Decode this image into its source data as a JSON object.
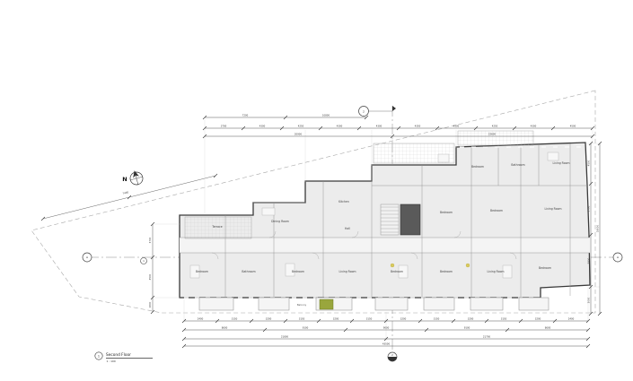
{
  "colors": {
    "highlight_green": "#99a63d",
    "accent_yellow": "#d9ca5e"
  },
  "north": {
    "label": "N"
  },
  "titleblock": {
    "number": "1",
    "name": "Second Floor",
    "scale": "1 : 100"
  },
  "markers": {
    "axis_left": "A",
    "axis_right": "A",
    "axis_small": "1",
    "top_datum": "2",
    "section_bottom": "2"
  },
  "rooms": [
    "Bedroom",
    "Bathroom",
    "Bedroom",
    "Living Room",
    "Bedroom",
    "Bedroom",
    "Living Room",
    "Bedroom",
    "Terrace",
    "Dining Room",
    "Kitchen",
    "Hall",
    "Bedroom",
    "Bedroom",
    "Living Room",
    "Bedroom",
    "Bathroom",
    "Living Room",
    "Balcony"
  ],
  "dims": {
    "top_short": [
      "7200",
      "10800"
    ],
    "top_detail": [
      "3700",
      "4300",
      "4250",
      "4300",
      "4300",
      "4350",
      "4300",
      "4250",
      "4300",
      "4500"
    ],
    "top_mid": [
      "20900",
      "22600"
    ],
    "bottom_detail": [
      "2400",
      "3150",
      "3200",
      "3150",
      "3200",
      "3150",
      "3200",
      "3150",
      "3200",
      "3150",
      "3200",
      "2400"
    ],
    "bottom_mid": [
      "8600",
      "9100",
      "9000",
      "9100",
      "8600"
    ],
    "bottom_major": [
      "21800",
      "21700"
    ],
    "bottom_overall": "43500",
    "left": [
      "3700",
      "4500",
      "1600"
    ],
    "right": [
      "4500",
      "5700",
      "5800",
      "3000"
    ],
    "right_overall": "19000",
    "site": [
      "7400"
    ]
  }
}
